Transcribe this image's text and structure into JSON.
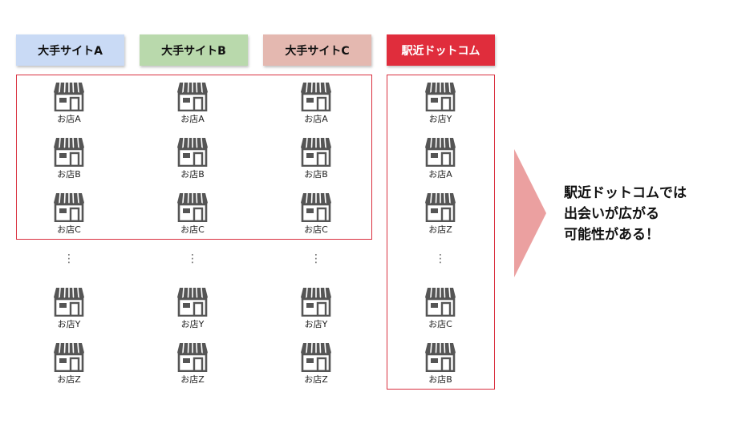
{
  "columns": [
    {
      "header": "大手サイトA",
      "header_bg": "#c9daf5",
      "header_fg": "#111111",
      "top_shops": [
        "お店A",
        "お店B",
        "お店C"
      ],
      "bottom_shops": [
        "お店Y",
        "お店Z"
      ]
    },
    {
      "header": "大手サイトB",
      "header_bg": "#b9d9ac",
      "header_fg": "#111111",
      "top_shops": [
        "お店A",
        "お店B",
        "お店C"
      ],
      "bottom_shops": [
        "お店Y",
        "お店Z"
      ]
    },
    {
      "header": "大手サイトC",
      "header_bg": "#e4b8b0",
      "header_fg": "#111111",
      "top_shops": [
        "お店A",
        "お店B",
        "お店C"
      ],
      "bottom_shops": [
        "お店Y",
        "お店Z"
      ]
    },
    {
      "header": "駅近ドットコム",
      "header_bg": "#e02d3c",
      "header_fg": "#ffffff",
      "top_shops": [
        "お店Y",
        "お店A",
        "お店Z"
      ],
      "bottom_shops": [
        "お店C",
        "お店B"
      ]
    }
  ],
  "ellipsis": "⋮",
  "message": [
    "駅近ドットコムでは",
    "出会いが広がる",
    "可能性がある！"
  ],
  "colors": {
    "highlight_border": "#d9303f",
    "arrow": "#eba0a0",
    "icon": "#555555"
  },
  "icon": "shop-icon"
}
